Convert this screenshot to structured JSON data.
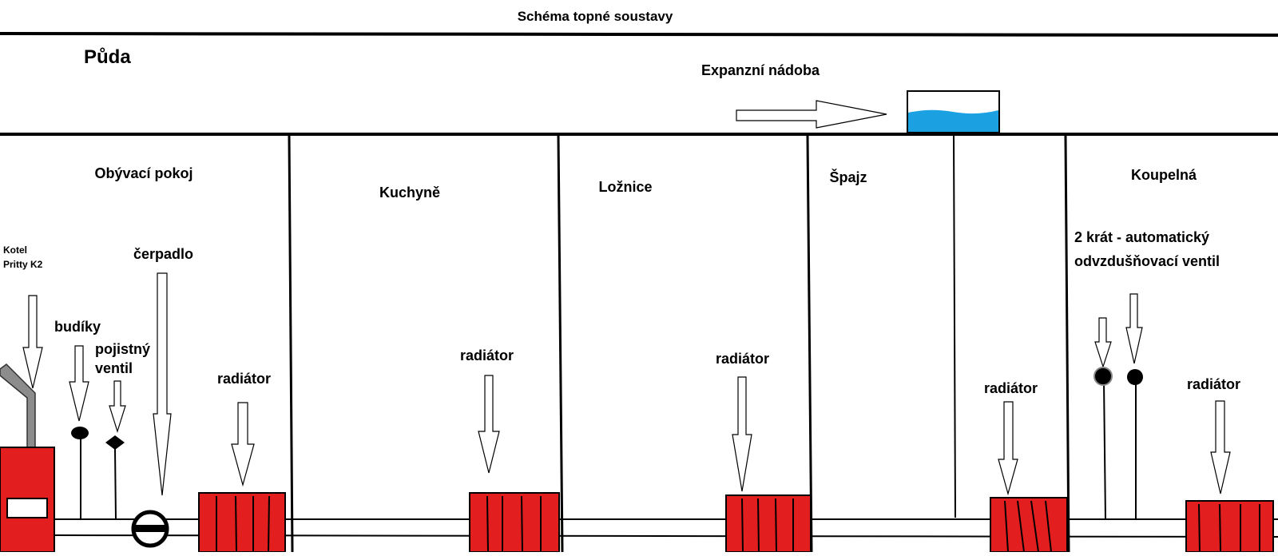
{
  "title": "Schéma topné soustavy",
  "attic": {
    "label": "Půda",
    "expansion_tank_label": "Expanzní nádoba"
  },
  "rooms": {
    "living": "Obývací pokoj",
    "kitchen": "Kuchyně",
    "bedroom": "Ložnice",
    "pantry": "Špajz",
    "bathroom": "Koupelná"
  },
  "components": {
    "boiler_line1": "Kotel",
    "boiler_line2": "Pritty K2",
    "gauges": "budíky",
    "safety_valve_line1": "pojistný",
    "safety_valve_line2": "ventil",
    "pump": "čerpadlo",
    "radiator": "radiátor",
    "air_vent_line1": "2 krát - automatický",
    "air_vent_line2": "odvzdušňovací ventil"
  },
  "colors": {
    "radiator": "#e31e1e",
    "boiler": "#e31e1e",
    "water": "#1ba1e2",
    "flue": "#8c8c8c",
    "line": "#000000"
  }
}
